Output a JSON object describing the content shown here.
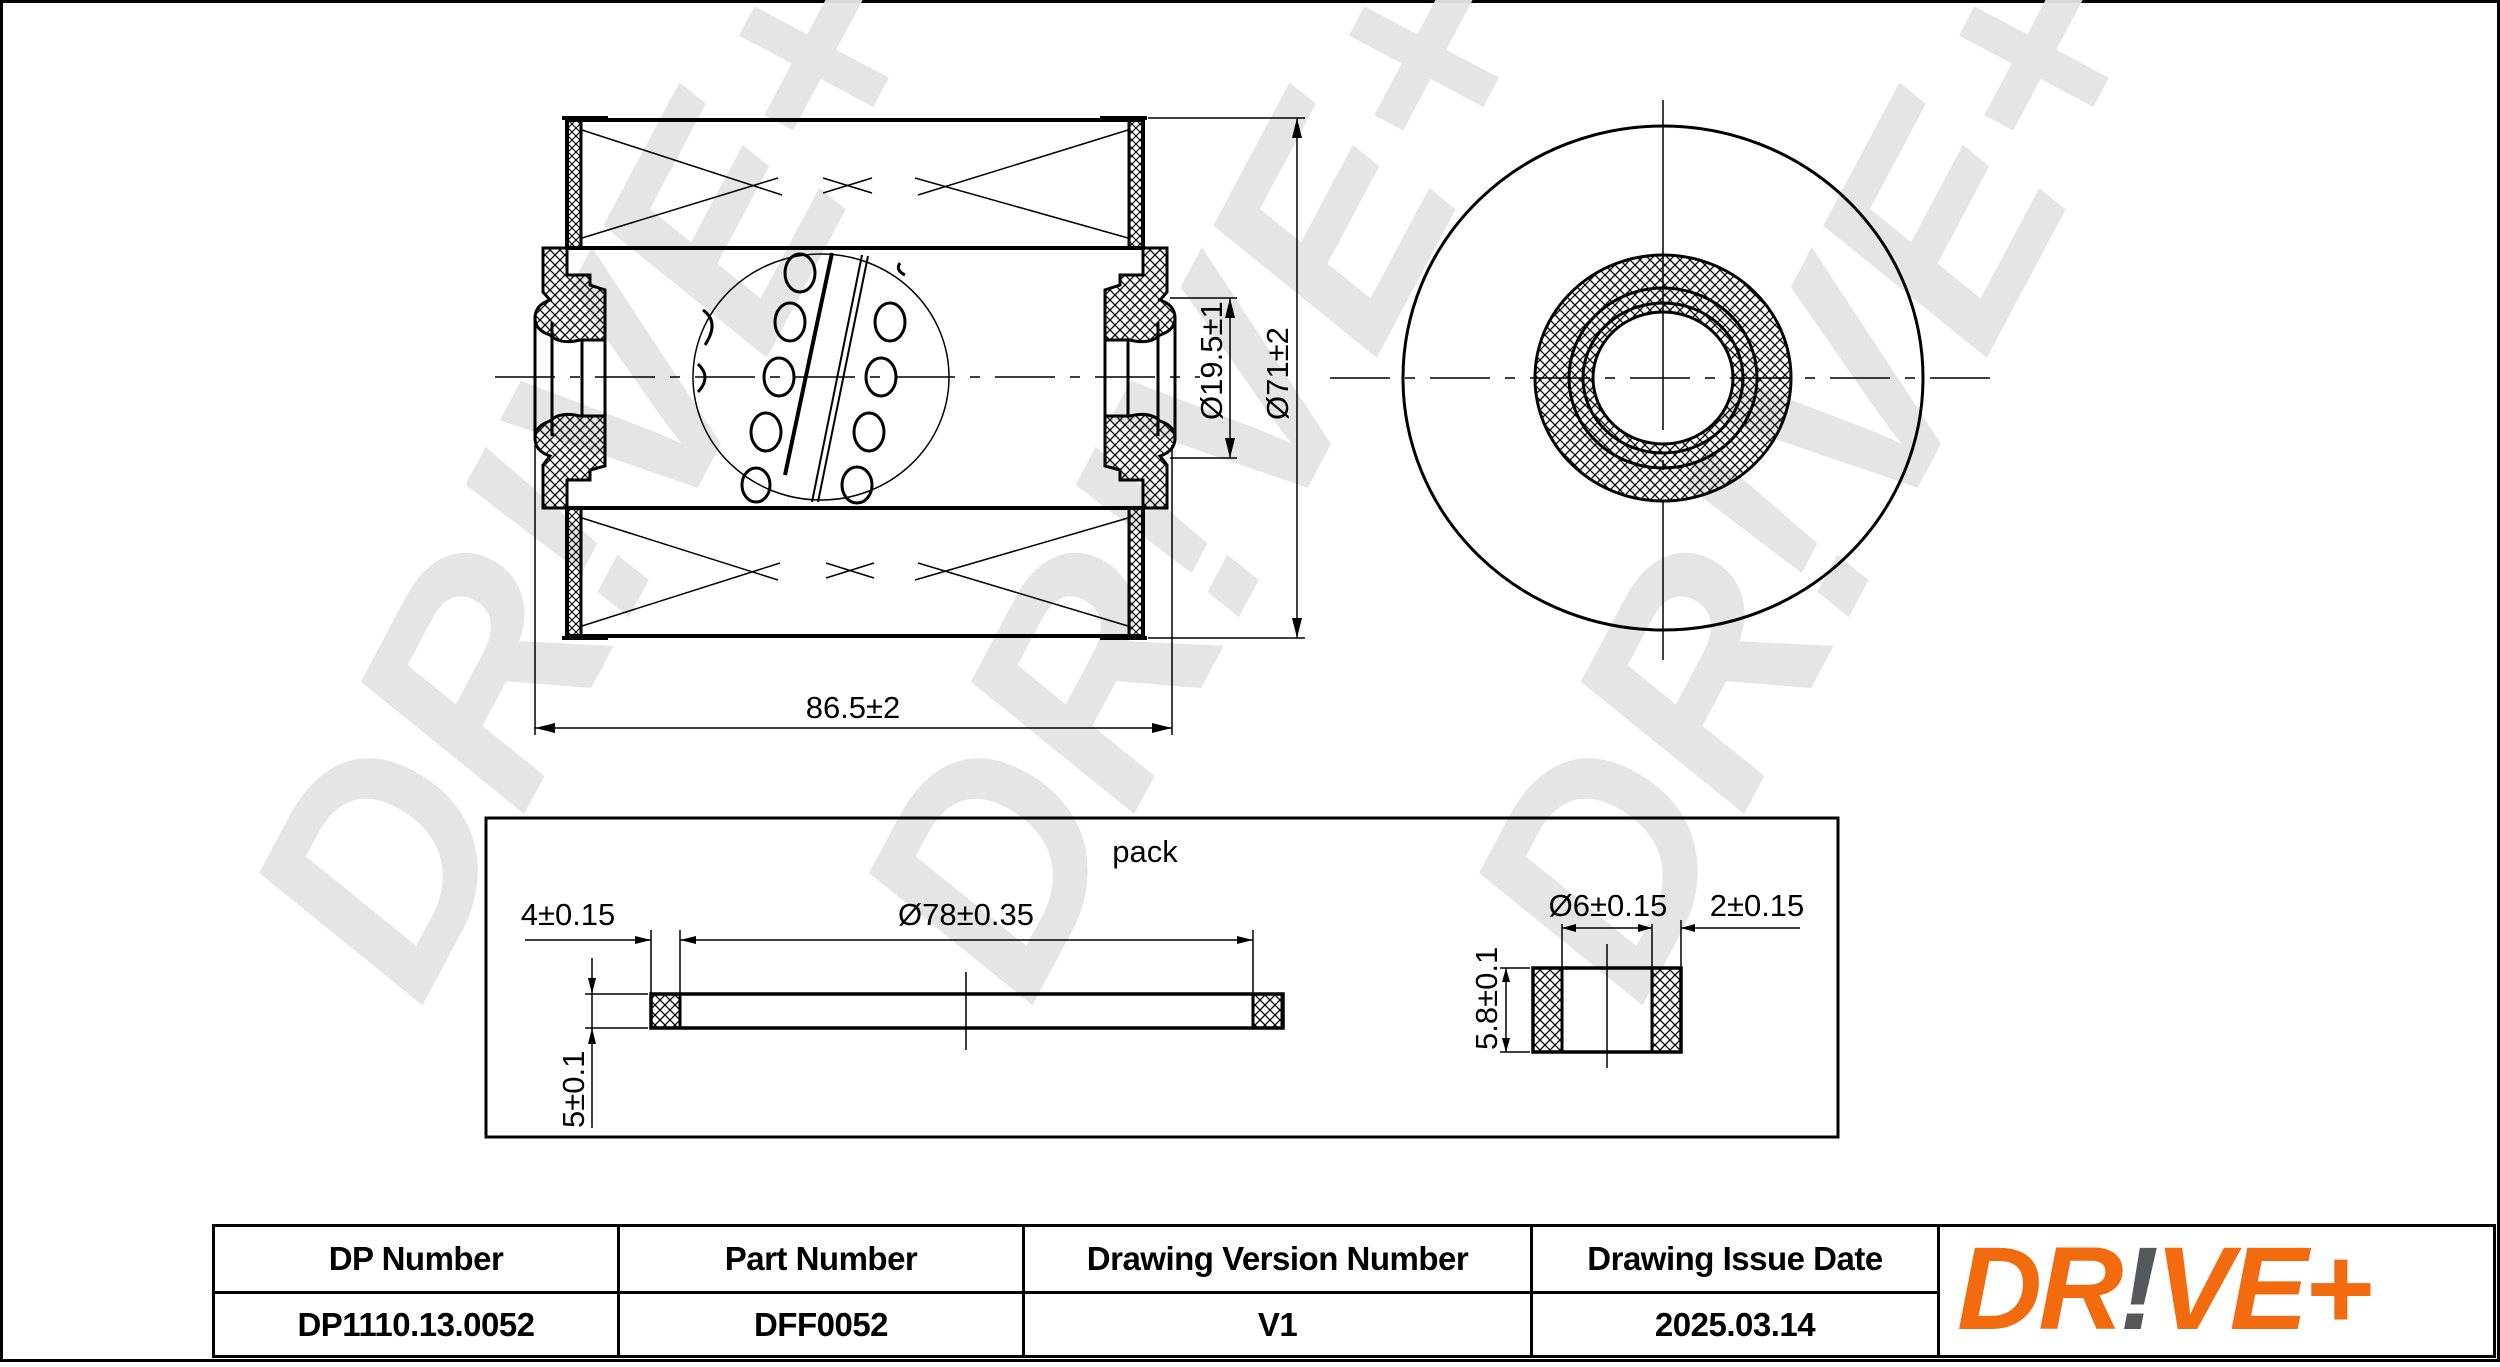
{
  "drawing": {
    "main_view": {
      "dim_length": "86.5±2",
      "dim_inner_diameter": "Ø19.5±1",
      "dim_outer_diameter": "Ø71±2"
    },
    "pack": {
      "title": "pack",
      "ring_section_width": "4±0.15",
      "ring_diameter": "Ø78±0.35",
      "ring_thickness": "5±0.1",
      "small_ring_diameter": "Ø6±0.15",
      "small_ring_wall": "2±0.15",
      "small_ring_height": "5.8±0.1"
    },
    "watermark": "DR!VE+"
  },
  "title_block": {
    "headers": [
      "DP Number",
      "Part Number",
      "Drawing Version Number",
      "Drawing Issue Date"
    ],
    "values": [
      "DP1110.13.0052",
      "DFF0052",
      "V1",
      "2025.03.14"
    ],
    "logo": {
      "text_left": "DR",
      "text_bang": "!",
      "text_right": "VE+",
      "brand_color": "#F26B0F",
      "accent_color": "#55575A"
    }
  }
}
